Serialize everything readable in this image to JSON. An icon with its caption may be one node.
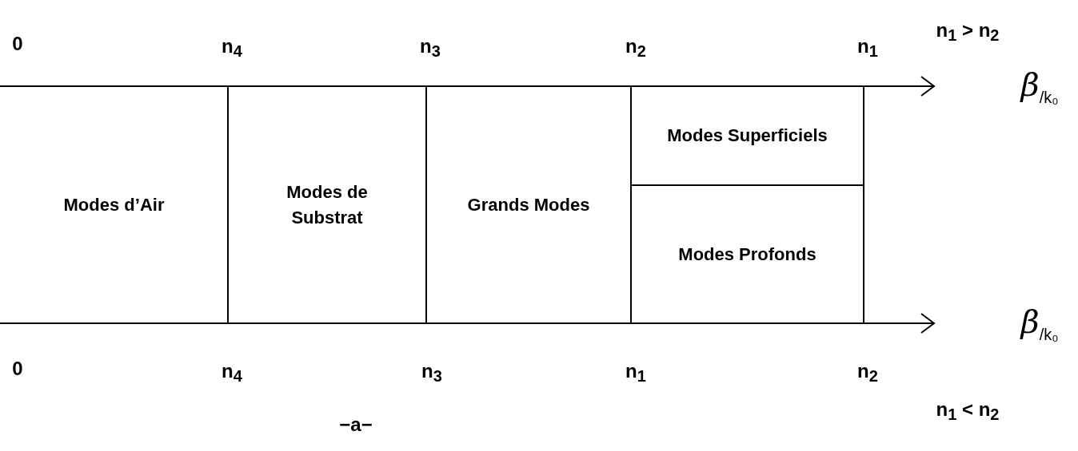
{
  "diagram": {
    "nodes": [
      {
        "text": [
          "Modes d’Air"
        ]
      },
      {
        "text": [
          "Modes de Substrat"
        ]
      },
      {
        "text": [
          "Grands Modes"
        ]
      },
      {
        "text": [
          "Modes Superficiels"
        ]
      },
      {
        "text": [
          "Modes Profonds"
        ]
      }
    ],
    "edges": [],
    "labels": [
      "0",
      "n$_{4}$",
      "n$_{3}$",
      "n$_{2}$",
      "n$_{1}$",
      "n$_{1}$ > n$_{2}$",
      "β$_{/k₀}$",
      "β$_{/k₀}$",
      "0",
      "n$_{4}$",
      "n$_{3}$",
      "n$_{1}$",
      "n$_{2}$",
      "n$_{1}$ < n$_{2}$",
      "−a−"
    ]
  }
}
